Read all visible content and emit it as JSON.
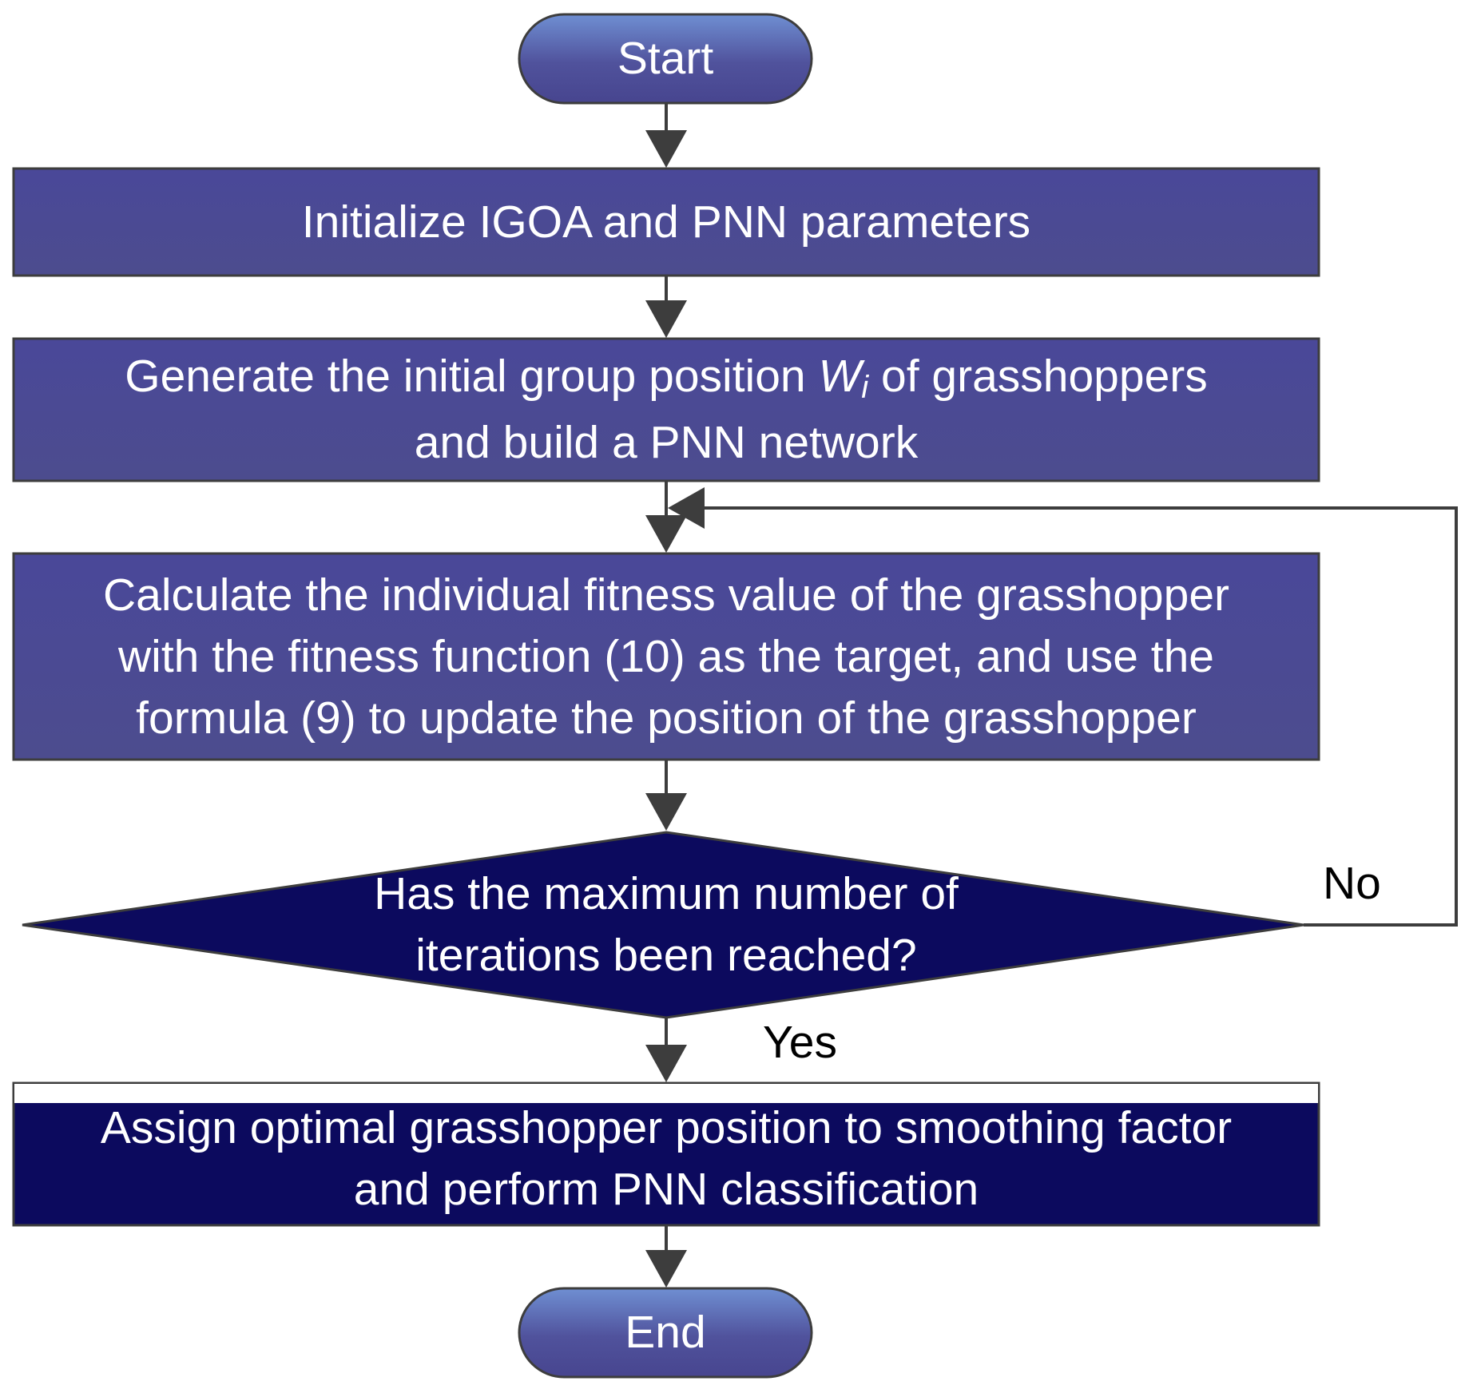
{
  "flowchart": {
    "start": {
      "label": "Start"
    },
    "step_init": {
      "label": "Initialize IGOA and PNN parameters"
    },
    "step_generate": {
      "line1_before": "Generate the initial group position ",
      "var_letter": "W",
      "var_sub": "i",
      "line1_after": " of grasshoppers",
      "line2": "and build a PNN network"
    },
    "step_calculate": {
      "line1": "Calculate the individual fitness value of the grasshopper",
      "line2": "with the fitness function (10) as the target, and use the",
      "line3": "formula (9) to update the position of the grasshopper"
    },
    "decision": {
      "line1": "Has the maximum number of",
      "line2": "iterations been reached?"
    },
    "edge_no": "No",
    "edge_yes": "Yes",
    "step_assign": {
      "line1": "Assign optimal grasshopper position to smoothing factor",
      "line2": "and perform PNN classification"
    },
    "end": {
      "label": "End"
    }
  },
  "colors": {
    "process_fill": "#4b4a96",
    "decision_fill": "#0c0a5e",
    "assign_fill": "#0c0a5e",
    "terminal_fill_top": "#6b88cc",
    "terminal_fill_bottom": "#4b4a96",
    "arrow": "#3d3d3d",
    "text": "#ffffff"
  }
}
